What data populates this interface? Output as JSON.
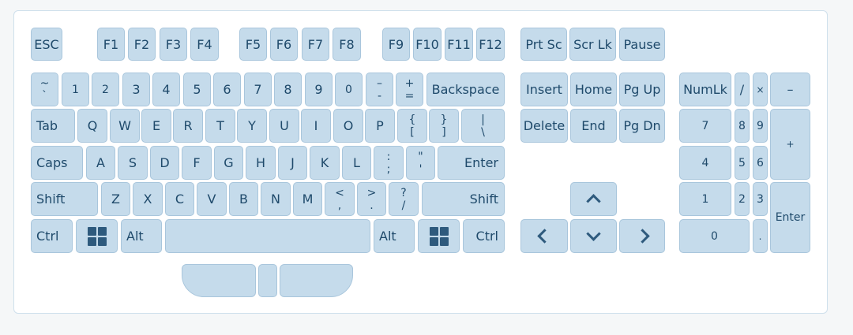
{
  "function_row": {
    "esc": "ESC",
    "f1": "F1",
    "f2": "F2",
    "f3": "F3",
    "f4": "F4",
    "f5": "F5",
    "f6": "F6",
    "f7": "F7",
    "f8": "F8",
    "f9": "F9",
    "f10": "F10",
    "f11": "F11",
    "f12": "F12",
    "prtsc": "Prt Sc",
    "scrlk": "Scr Lk",
    "pause": "Pause"
  },
  "number_row": {
    "tilde_top": "~",
    "tilde_bottom": "`",
    "n1": "1",
    "n2": "2",
    "n3": "3",
    "n4": "4",
    "n5": "5",
    "n6": "6",
    "n7": "7",
    "n8": "8",
    "n9": "9",
    "n0": "0",
    "minus_top": "–",
    "minus_bottom": "-",
    "equal_top": "+",
    "equal_bottom": "=",
    "backspace": "Backspace"
  },
  "top_row": {
    "tab": "Tab",
    "q": "Q",
    "w": "W",
    "e": "E",
    "r": "R",
    "t": "T",
    "y": "Y",
    "u": "U",
    "i": "I",
    "o": "O",
    "p": "P",
    "lbrace_top": "{",
    "lbrace_bottom": "[",
    "rbrace_top": "}",
    "rbrace_bottom": "]",
    "pipe_top": "|",
    "pipe_bottom": "\\"
  },
  "home_row": {
    "caps": "Caps",
    "a": "A",
    "s": "S",
    "d": "D",
    "f": "F",
    "g": "G",
    "h": "H",
    "j": "J",
    "k": "K",
    "l": "L",
    "colon_top": ":",
    "colon_bottom": ";",
    "quote_top": "\"",
    "quote_bottom": "'",
    "enter": "Enter"
  },
  "bottom_row": {
    "shift_left": "Shift",
    "z": "Z",
    "x": "X",
    "c": "C",
    "v": "V",
    "b": "B",
    "n": "N",
    "m": "M",
    "lt_top": "<",
    "lt_bottom": ",",
    "gt_top": ">",
    "gt_bottom": ".",
    "q_top": "?",
    "q_bottom": "/",
    "shift_right": "Shift"
  },
  "space_row": {
    "ctrl_left": "Ctrl",
    "alt_left": "Alt",
    "alt_right": "Alt",
    "ctrl_right": "Ctrl"
  },
  "nav": {
    "insert": "Insert",
    "home": "Home",
    "pgup": "Pg Up",
    "delete": "Delete",
    "end": "End",
    "pgdn": "Pg Dn"
  },
  "numpad": {
    "numlk": "NumLk",
    "divide": "/",
    "multiply": "×",
    "minus": "–",
    "n7": "7",
    "n8": "8",
    "n9": "9",
    "plus": "+",
    "n4": "4",
    "n5": "5",
    "n6": "6",
    "n1": "1",
    "n2": "2",
    "n3": "3",
    "enter": "Enter",
    "n0": "0",
    "dot": "."
  },
  "colors": {
    "key_fill": "#c5dbeb",
    "key_border": "#a9c6dc",
    "text": "#1f4a6b"
  }
}
